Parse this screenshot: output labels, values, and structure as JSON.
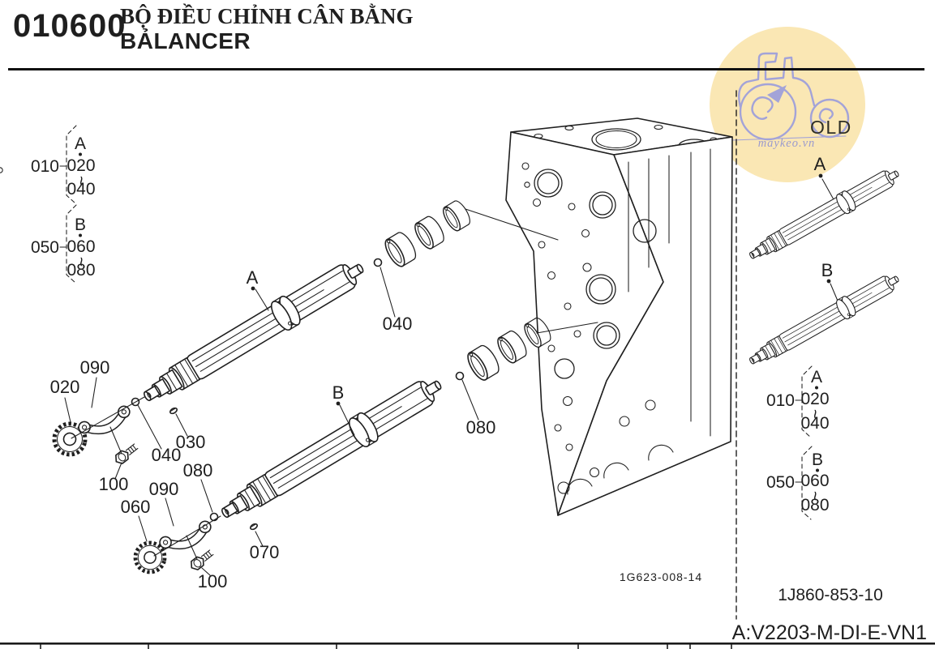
{
  "header": {
    "code": "010600",
    "title_vi": "BỘ ĐIỀU CHỈNH CÂN BẰNG",
    "title_en": "BẢLANCER"
  },
  "watermark": {
    "badge": "OLD",
    "site": "maykeo.vn",
    "circle_color": "#FAE7B4",
    "art_color": "#A3A3D8",
    "site_color": "#9A9ACE",
    "badge_color": "#2F2F26"
  },
  "diagram": {
    "line_color": "#1f1f1f",
    "labels": {
      "a": "A",
      "b": "B"
    },
    "callouts": [
      "020",
      "090",
      "030",
      "040",
      "100",
      "080",
      "090",
      "060",
      "070",
      "100",
      "040",
      "080"
    ],
    "legend": {
      "groups": [
        {
          "ref": "010",
          "variant": "A",
          "from": "020",
          "tilde": "~",
          "to": "040"
        },
        {
          "ref": "050",
          "variant": "B",
          "from": "060",
          "tilde": "~",
          "to": "080"
        }
      ]
    },
    "figure_no_main": "1G623-008-14",
    "figure_no_right": "1J860-853-10"
  },
  "footer": {
    "model_code": "A:V2203-M-DI-E-VN1"
  }
}
